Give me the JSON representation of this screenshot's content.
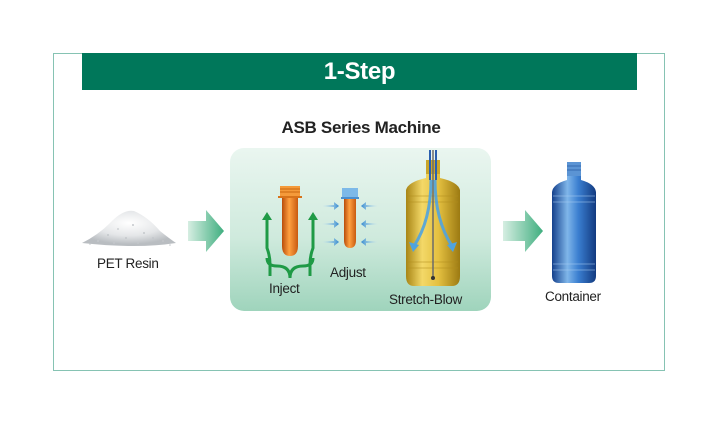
{
  "header": {
    "title": "1-Step"
  },
  "machine": {
    "title": "ASB Series Machine"
  },
  "steps": {
    "resin": {
      "label": "PET Resin",
      "icon": "pellet-pile-icon"
    },
    "inject": {
      "label": "Inject",
      "icon": "injection-preform-icon"
    },
    "adjust": {
      "label": "Adjust",
      "icon": "temperature-adjust-preform-icon"
    },
    "stretch_blow": {
      "label": "Stretch-Blow",
      "icon": "stretch-blow-bottle-icon"
    },
    "container": {
      "label": "Container",
      "icon": "blue-bottle-icon"
    }
  },
  "colors": {
    "brand_green": "#00775a",
    "frame": "#86c3b3",
    "arrow_green": "#3fae7f",
    "preform_orange": "#e8781a",
    "bottle_gold": "#d9b532",
    "container_blue": "#2f74c2",
    "air_blue": "#3a90d6"
  }
}
